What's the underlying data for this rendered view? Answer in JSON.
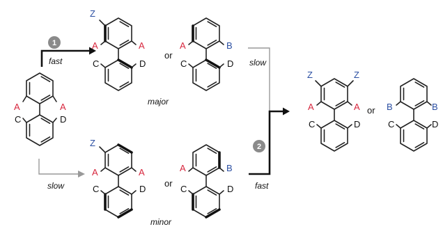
{
  "labels": {
    "sub_A": "A",
    "sub_B": "B",
    "sub_C": "C",
    "sub_D": "D",
    "sub_Z": "Z"
  },
  "text": {
    "fast": "fast",
    "slow": "slow",
    "or": "or",
    "major": "major",
    "minor": "minor",
    "step1": "1",
    "step2": "2"
  },
  "colors": {
    "red_substituent": "#d7263d",
    "blue_substituent": "#2b4fa2",
    "badge": "#8a8a8a",
    "slow_arrow": "#999999"
  }
}
